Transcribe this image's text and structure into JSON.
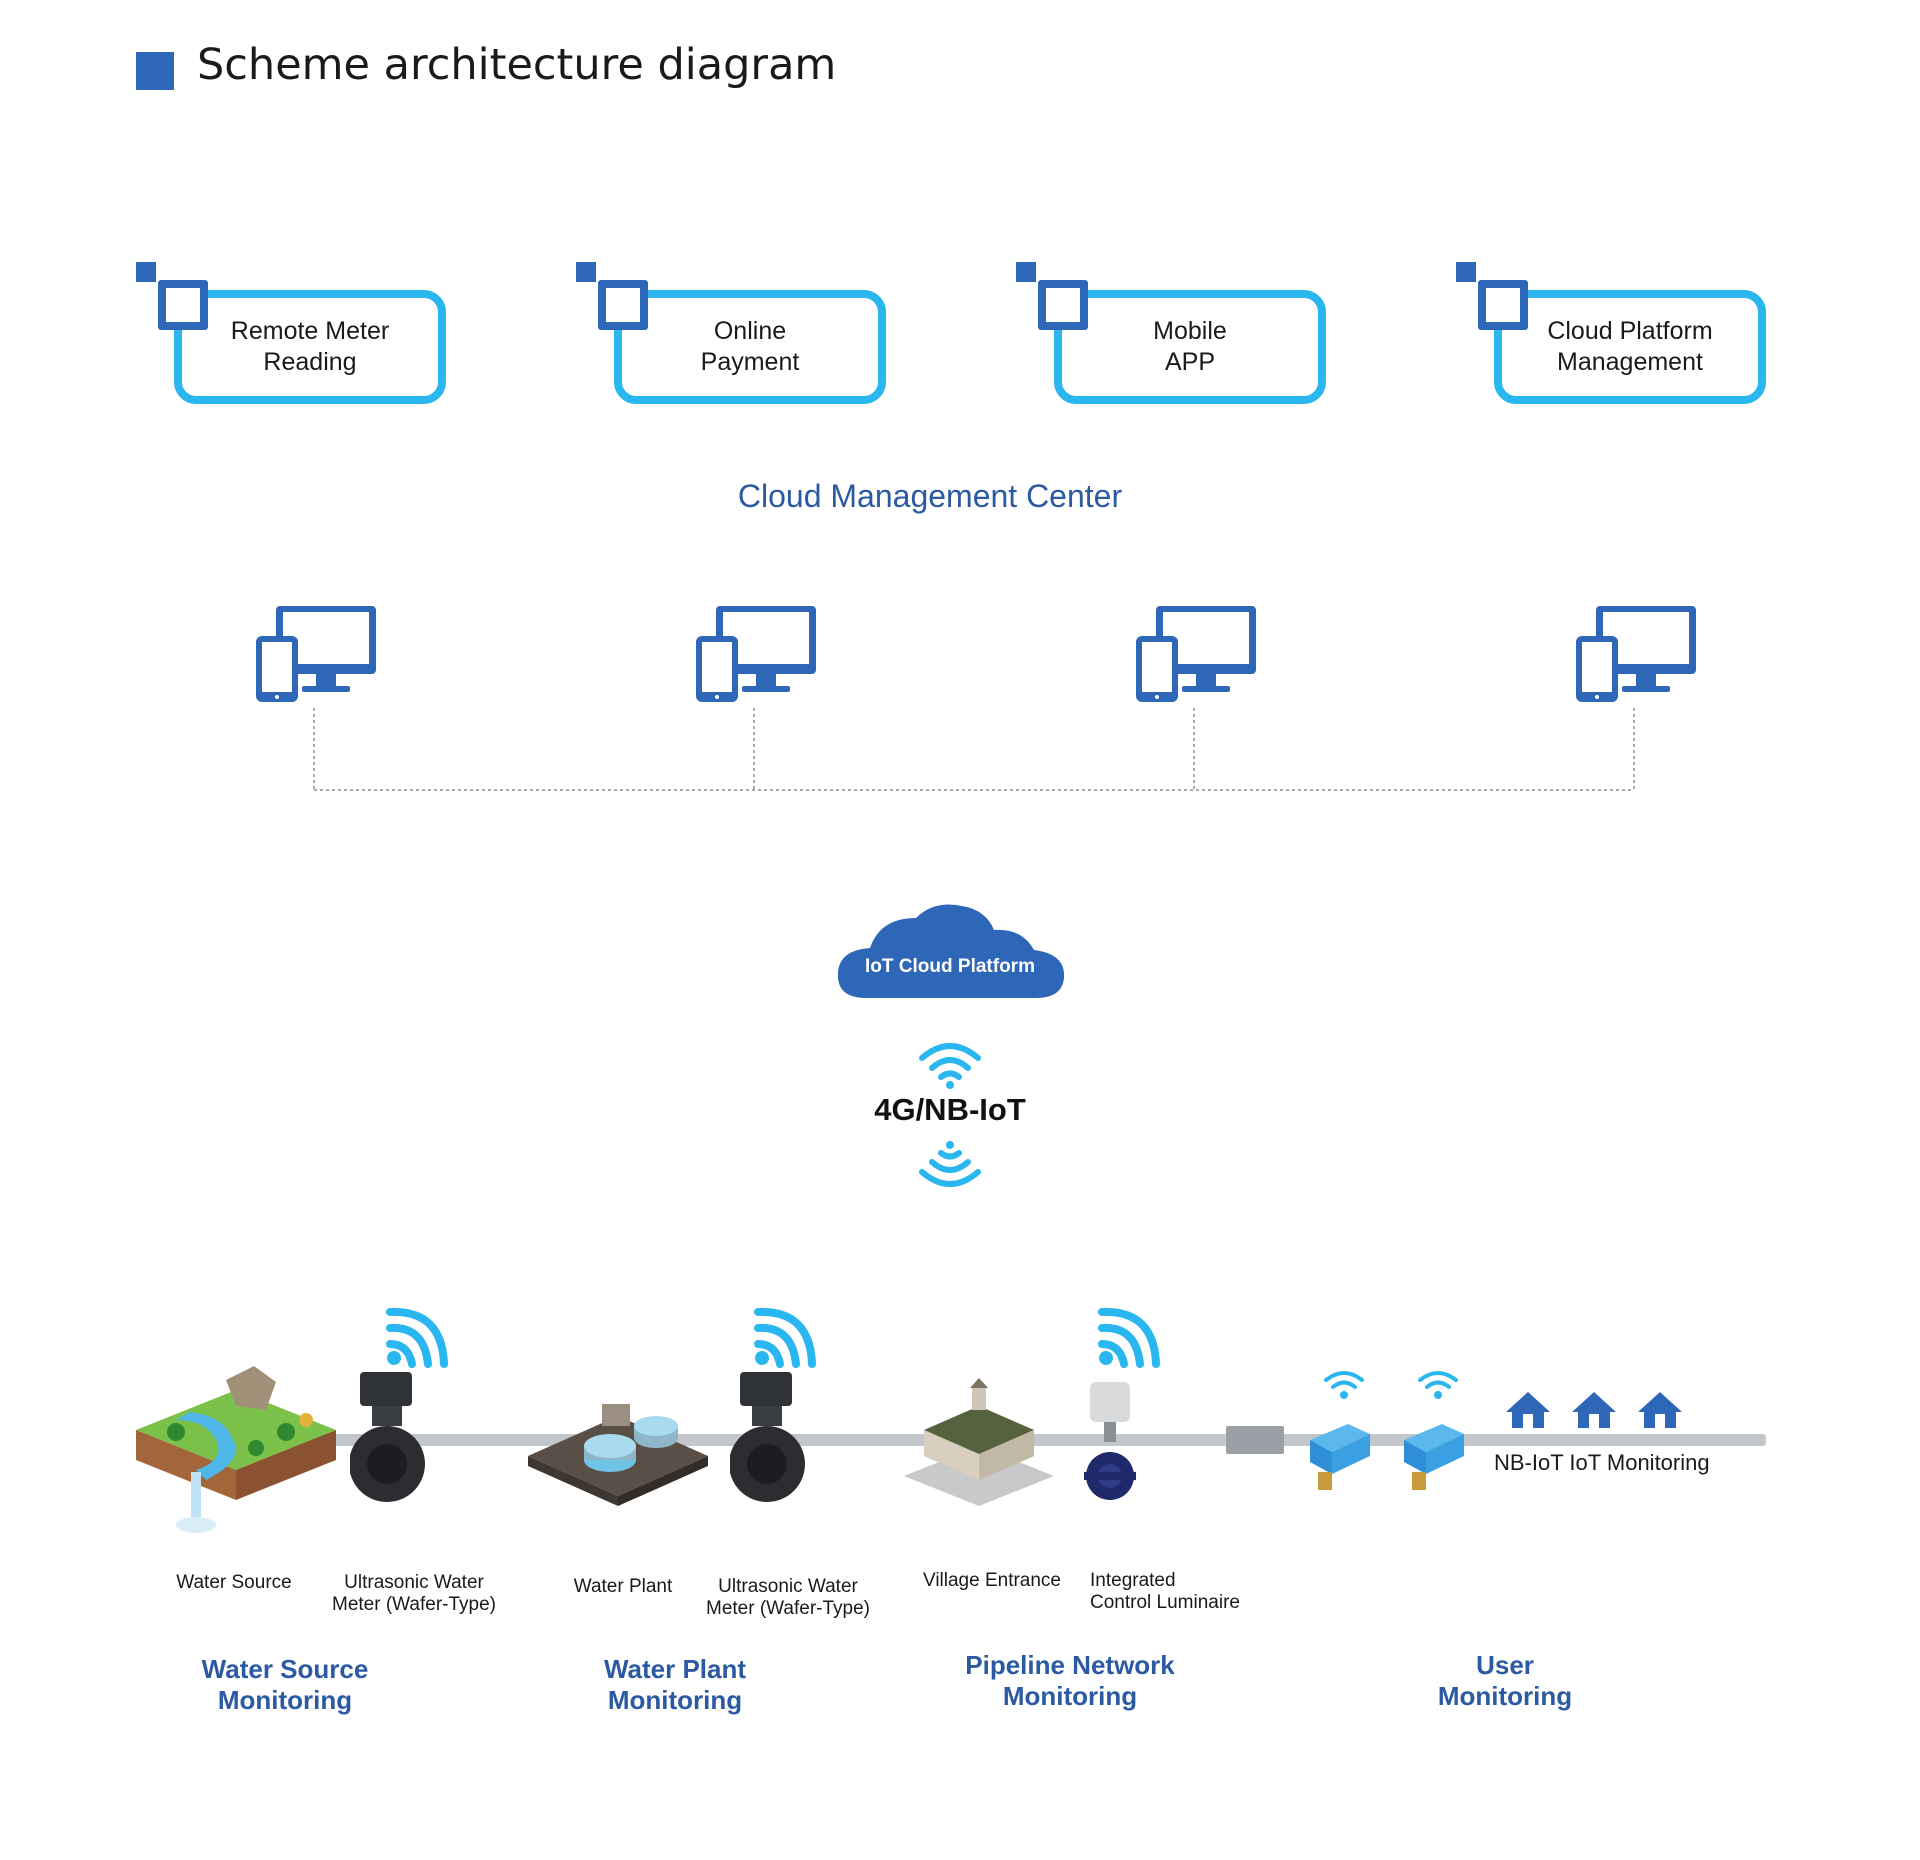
{
  "header": {
    "title": "Scheme architecture diagram"
  },
  "features": [
    {
      "label": "Remote Meter\nReading"
    },
    {
      "label": "Online\nPayment"
    },
    {
      "label": "Mobile\nAPP"
    },
    {
      "label": "Cloud Platform\nManagement"
    }
  ],
  "cloud_management_center": "Cloud Management Center",
  "iot_cloud": {
    "label": "IoT Cloud Platform"
  },
  "network": {
    "label": "4G/NB-IoT"
  },
  "devices": {
    "water_source": "Water Source",
    "meter_1": "Ultrasonic Water\nMeter (Wafer-Type)",
    "water_plant": "Water Plant",
    "meter_2": "Ultrasonic Water\nMeter (Wafer-Type)",
    "village_entrance": "Village Entrance",
    "luminaire": "Integrated\nControl Luminaire",
    "nb_iot": "NB-IoT IoT Monitoring"
  },
  "groups": [
    {
      "label": "Water Source\nMonitoring"
    },
    {
      "label": "Water Plant\nMonitoring"
    },
    {
      "label": "Pipeline Network\nMonitoring"
    },
    {
      "label": "User\nMonitoring"
    }
  ],
  "colors": {
    "primary_blue": "#2f67b8",
    "cyan": "#2ab6ee",
    "label_blue": "#2b5aa3",
    "pipe": "#c3c7cb"
  }
}
